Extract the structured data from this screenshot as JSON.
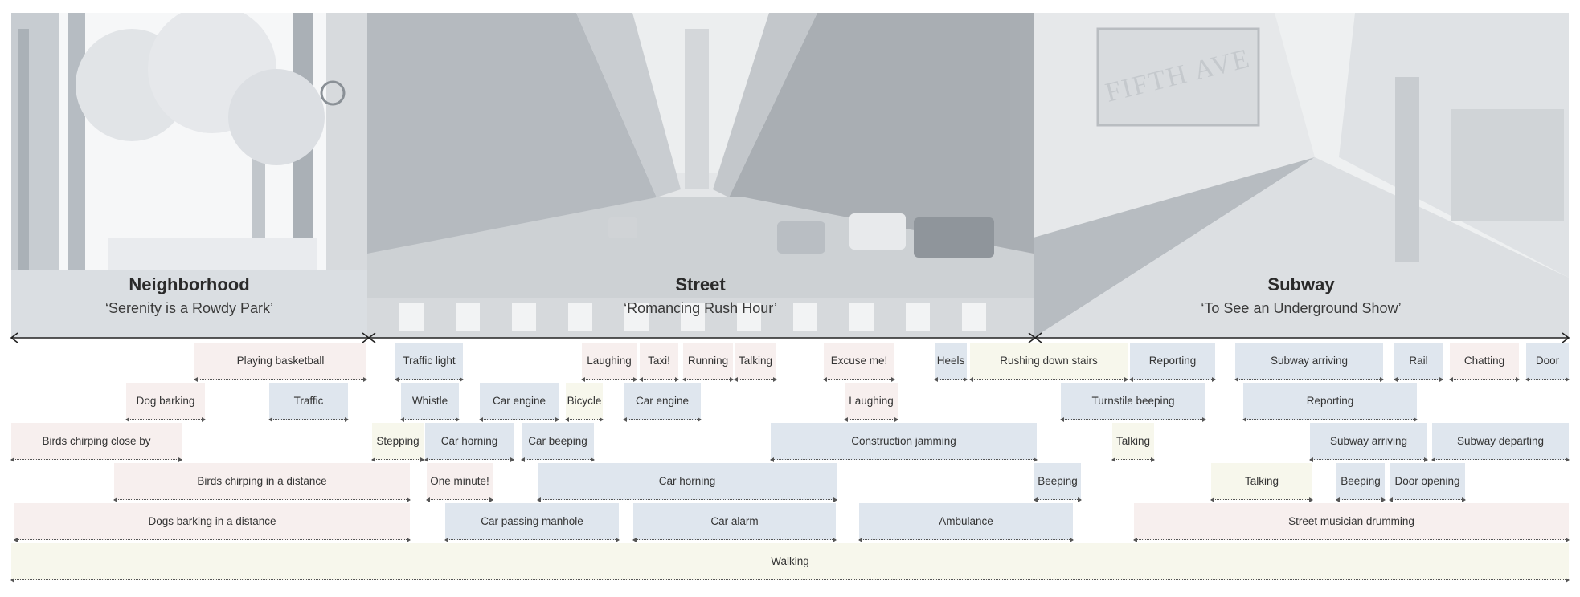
{
  "colors": {
    "pink": "#f7efee",
    "blue": "#dfe6ee",
    "cream": "#f7f7ec",
    "axis": "#222222"
  },
  "scenes": [
    {
      "id": "neighborhood",
      "title": "Neighborhood",
      "subtitle": "‘Serenity is a Rowdy Park’"
    },
    {
      "id": "street",
      "title": "Street",
      "subtitle": "‘Romancing Rush Hour’"
    },
    {
      "id": "subway",
      "title": "Subway",
      "subtitle": "‘To See an Underground Show’",
      "sign": "FIFTH AVE"
    }
  ],
  "events": [
    {
      "label": "Playing basketball",
      "color": "pink"
    },
    {
      "label": "Traffic light",
      "color": "blue"
    },
    {
      "label": "Laughing",
      "color": "pink"
    },
    {
      "label": "Taxi!",
      "color": "pink"
    },
    {
      "label": "Running",
      "color": "pink"
    },
    {
      "label": "Talking",
      "color": "pink"
    },
    {
      "label": "Excuse me!",
      "color": "pink"
    },
    {
      "label": "Heels",
      "color": "blue"
    },
    {
      "label": "Rushing down stairs",
      "color": "cream"
    },
    {
      "label": "Reporting",
      "color": "blue"
    },
    {
      "label": "Subway arriving",
      "color": "blue"
    },
    {
      "label": "Rail",
      "color": "blue"
    },
    {
      "label": "Chatting",
      "color": "pink"
    },
    {
      "label": "Door",
      "color": "blue"
    },
    {
      "label": "Dog barking",
      "color": "pink"
    },
    {
      "label": "Traffic",
      "color": "blue"
    },
    {
      "label": "Whistle",
      "color": "blue"
    },
    {
      "label": "Car engine",
      "color": "blue"
    },
    {
      "label": "Bicycle",
      "color": "cream"
    },
    {
      "label": "Car engine",
      "color": "blue"
    },
    {
      "label": "Laughing",
      "color": "pink"
    },
    {
      "label": "Turnstile beeping",
      "color": "blue"
    },
    {
      "label": "Reporting",
      "color": "blue"
    },
    {
      "label": "Birds chirping close by",
      "color": "pink"
    },
    {
      "label": "Stepping",
      "color": "cream"
    },
    {
      "label": "Car horning",
      "color": "blue"
    },
    {
      "label": "Car beeping",
      "color": "blue"
    },
    {
      "label": "Construction jamming",
      "color": "blue"
    },
    {
      "label": "Talking",
      "color": "cream"
    },
    {
      "label": "Subway arriving",
      "color": "blue"
    },
    {
      "label": "Subway departing",
      "color": "blue"
    },
    {
      "label": "Birds chirping in a distance",
      "color": "pink"
    },
    {
      "label": "One minute!",
      "color": "pink"
    },
    {
      "label": "Car horning",
      "color": "blue"
    },
    {
      "label": "Beeping",
      "color": "blue"
    },
    {
      "label": "Talking",
      "color": "cream"
    },
    {
      "label": "Beeping",
      "color": "blue"
    },
    {
      "label": "Door opening",
      "color": "blue"
    },
    {
      "label": "Dogs barking in a distance",
      "color": "pink"
    },
    {
      "label": "Car passing manhole",
      "color": "blue"
    },
    {
      "label": "Car alarm",
      "color": "blue"
    },
    {
      "label": "Ambulance",
      "color": "blue"
    },
    {
      "label": "Street musician drumming",
      "color": "pink"
    },
    {
      "label": "Walking",
      "color": "cream"
    }
  ]
}
